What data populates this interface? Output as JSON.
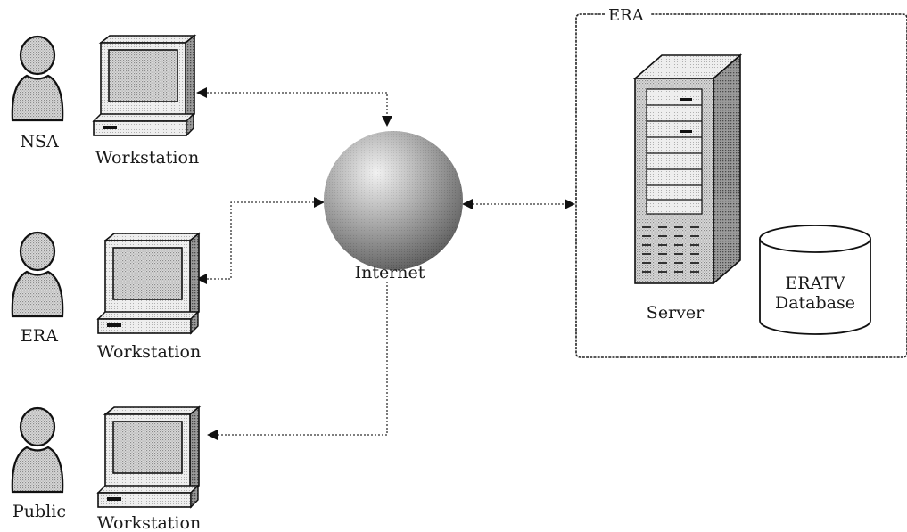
{
  "users": [
    {
      "label": "NSA",
      "workstation_label": "Workstation"
    },
    {
      "label": "ERA",
      "workstation_label": "Workstation"
    },
    {
      "label": "Public",
      "workstation_label": "Workstation"
    }
  ],
  "internet": {
    "label": "Internet"
  },
  "era_group": {
    "title": "ERA",
    "server_label": "Server",
    "database_label_line1": "ERATV",
    "database_label_line2": "Database"
  },
  "icons": [
    "person-icon",
    "workstation-icon",
    "globe-icon",
    "server-icon",
    "database-icon"
  ]
}
